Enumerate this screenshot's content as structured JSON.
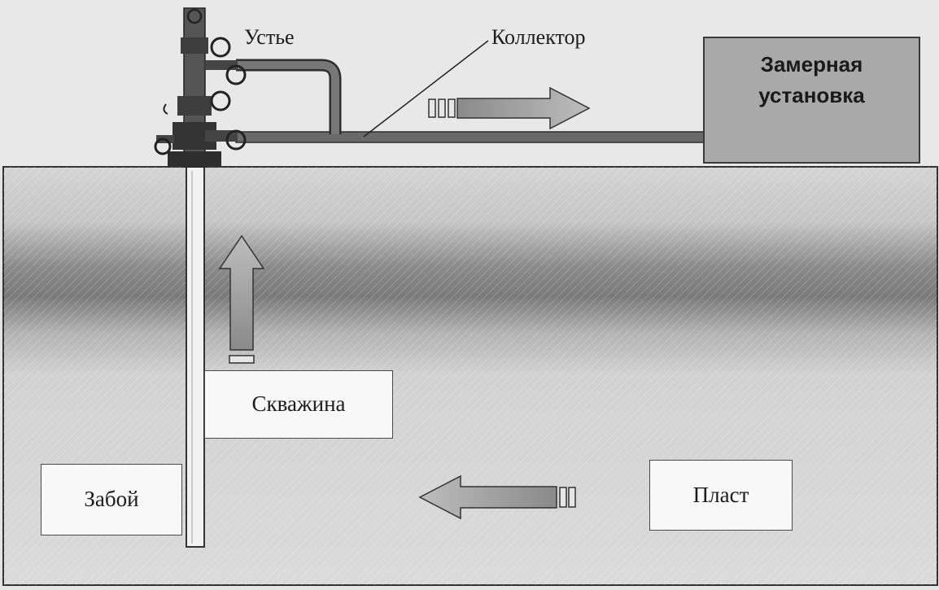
{
  "labels": {
    "wellhead": "Устье",
    "collector": "Коллектор",
    "unit_line1": "Замерная",
    "unit_line2": "установка",
    "well": "Скважина",
    "bottom": "Забой",
    "layer": "Пласт"
  },
  "colors": {
    "ground_top": "#d2d2d2",
    "ground_band": "#7c7c7c",
    "ground_low": "#d8d8d8",
    "pipe": "#4a4a4a",
    "arrow_fill": "#a6a6a6",
    "unit_fill": "#a9a9a9",
    "box_fill": "#f8f8f8",
    "outline": "#3a3a3a"
  },
  "icons": [
    "wellhead-valve-icon",
    "flow-arrow-right",
    "flow-arrow-up",
    "flow-arrow-left"
  ]
}
